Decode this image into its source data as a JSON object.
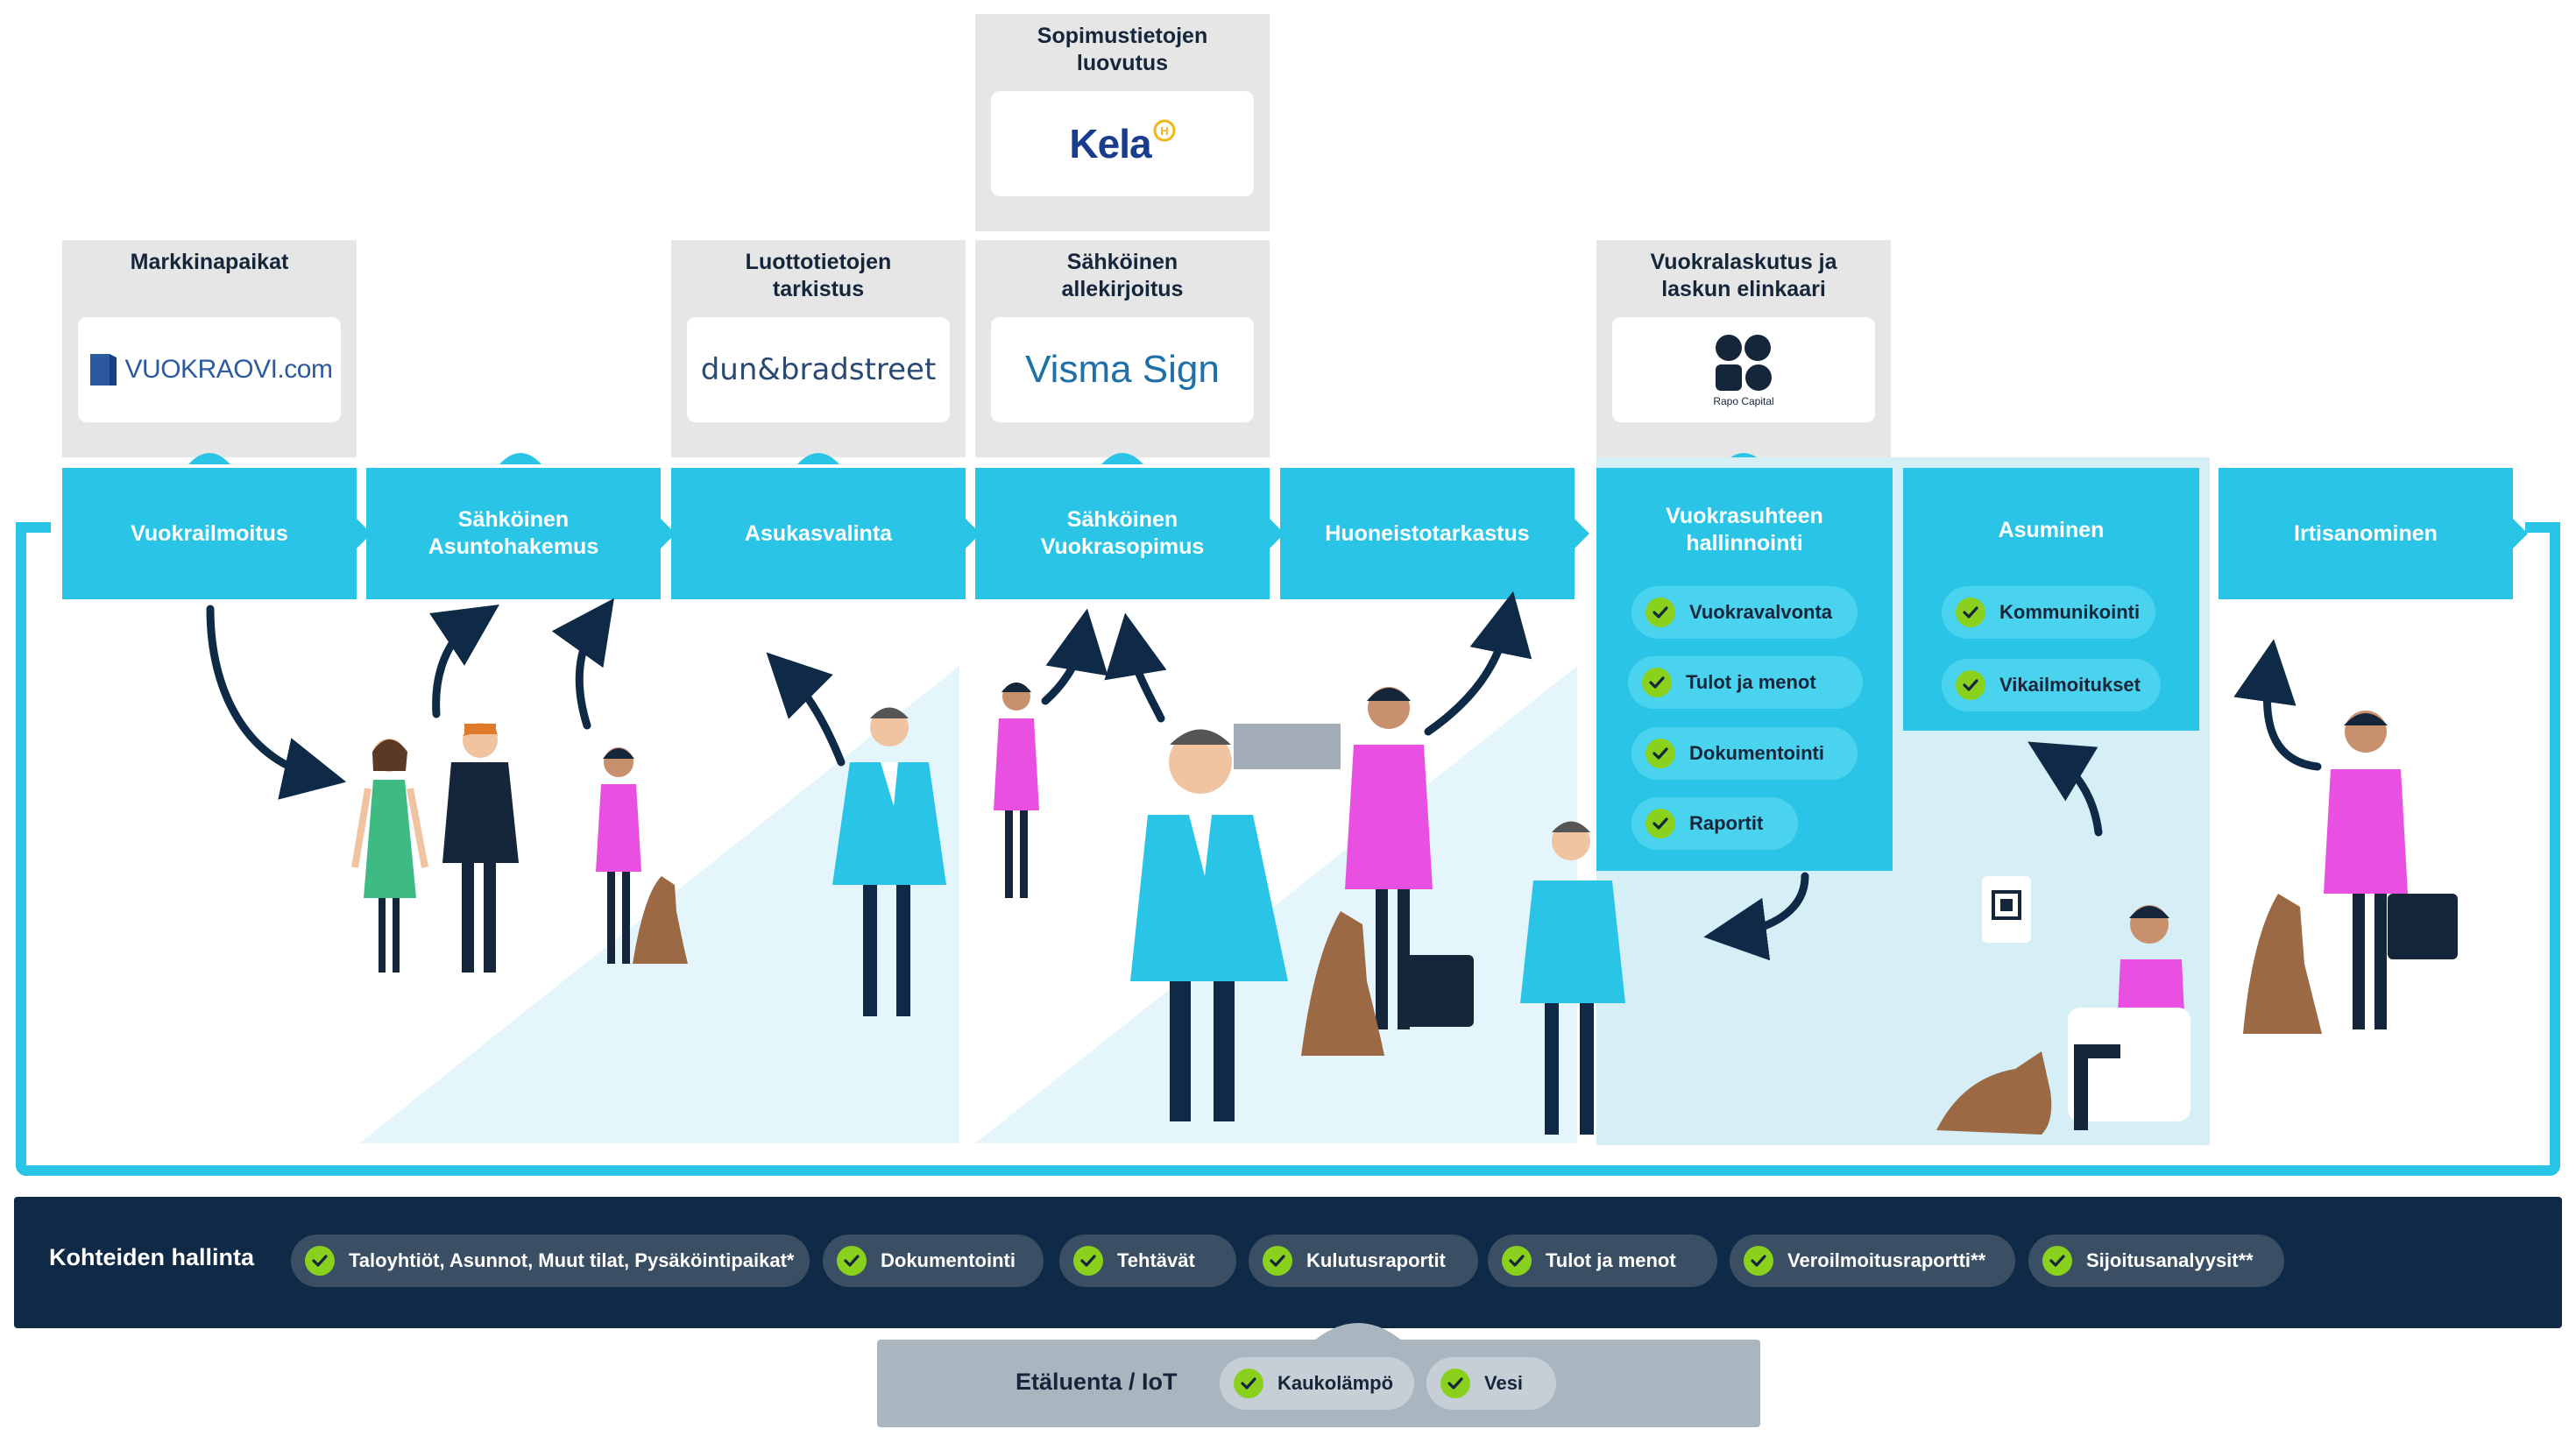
{
  "integrations": {
    "marketplaces": {
      "title": "Markkinapaikat",
      "logo": "VUOKRAOVI.com"
    },
    "credit_check": {
      "title": "Luottotietojen tarkistus",
      "logo": "dun&bradstreet"
    },
    "contract_disclosure": {
      "title": "Sopimustietojen luovutus",
      "logo": "Kela"
    },
    "e_signature": {
      "title": "Sähköinen allekirjoitus",
      "logo": "Visma Sign"
    },
    "rent_invoicing": {
      "title": "Vuokralaskutus ja laskun elinkaari",
      "logo": "Rapo Capital"
    }
  },
  "steps": [
    {
      "label": "Vuokrailmoitus"
    },
    {
      "label": "Sähköinen Asuntohakemus"
    },
    {
      "label": "Asukasvalinta"
    },
    {
      "label": "Sähköinen Vuokrasopimus"
    },
    {
      "label": "Huoneistotarkastus"
    },
    {
      "label": "Vuokrasuhteen hallinnointi"
    },
    {
      "label": "Asuminen"
    },
    {
      "label": "Irtisanominen"
    }
  ],
  "tenancy_features": [
    "Vuokravalvonta",
    "Tulot ja menot",
    "Dokumentointi",
    "Raportit"
  ],
  "living_features": [
    "Kommunikointi",
    "Vikailmoitukset"
  ],
  "property_management": {
    "title": "Kohteiden hallinta",
    "items": [
      "Taloyhtiöt, Asunnot, Muut tilat, Pysäköintipaikat*",
      "Dokumentointi",
      "Tehtävät",
      "Kulutusraportit",
      "Tulot ja menot",
      "Veroilmoitusraportti**",
      "Sijoitusanalyysit**"
    ]
  },
  "remote_reading": {
    "title": "Etäluenta / IoT",
    "items": [
      "Kaukolämpö",
      "Vesi"
    ]
  },
  "colors": {
    "step": "#2ac5e6",
    "navy": "#0f2a47",
    "check": "#8ad11e",
    "magenta": "#e94fe0",
    "integration_bg": "#e6e6e7"
  }
}
